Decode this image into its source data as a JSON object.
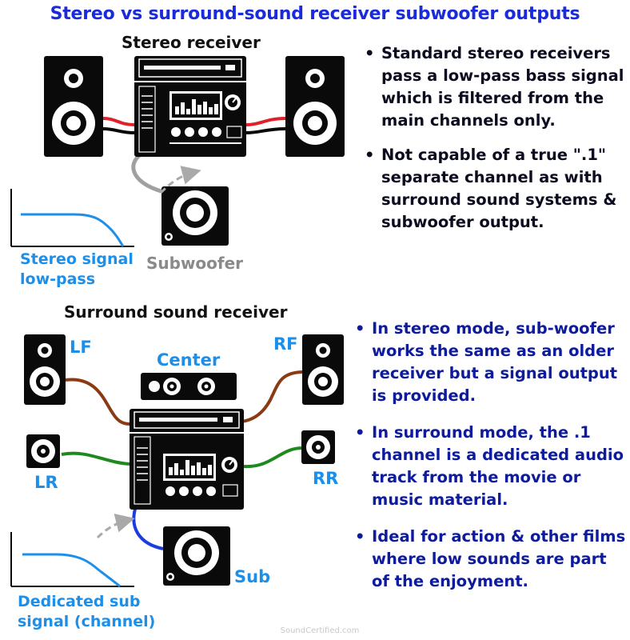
{
  "title": "Stereo vs surround-sound receiver subwoofer outputs",
  "stereo": {
    "heading": "Stereo receiver",
    "subwoofer_label": "Subwoofer",
    "graph_label_line1": "Stereo signal",
    "graph_label_line2": "low-pass",
    "bullets": [
      "Standard stereo receivers pass a low-pass bass signal which is filtered from the main channels only.",
      "Not capable of a true \".1\" separate channel as with surround sound systems & subwoofer output."
    ]
  },
  "surround": {
    "heading": "Surround sound receiver",
    "labels": {
      "lf": "LF",
      "rf": "RF",
      "center": "Center",
      "lr": "LR",
      "rr": "RR",
      "sub": "Sub"
    },
    "graph_label_line1": "Dedicated sub",
    "graph_label_line2": "signal (channel)",
    "bullets": [
      "In stereo mode, sub-woofer works the same as an older receiver but a signal output is provided.",
      "In surround mode, the .1 channel is a dedicated audio track from the movie or music material.",
      "Ideal for action & other films where low sounds are part of the enjoyment."
    ]
  },
  "watermark": "SoundCertified.com",
  "colors": {
    "title": "#1a2bdc",
    "label_blue": "#1b8fe9",
    "bullet_navy": "#0d1b9c",
    "wire_red": "#e0202a",
    "wire_brown": "#8b3a14",
    "wire_green": "#1e8a1e",
    "wire_blue": "#1b3de0",
    "wire_grey": "#a0a0a0"
  }
}
